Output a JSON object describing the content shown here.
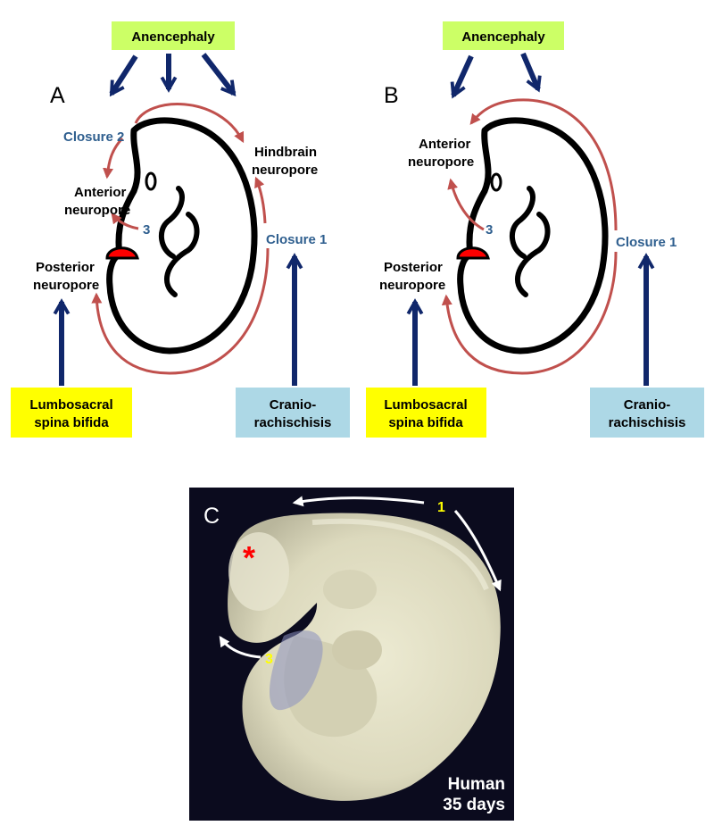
{
  "panel_a": {
    "letter": "A",
    "anencephaly": "Anencephaly",
    "closure2": "Closure 2",
    "hindbrain_line1": "Hindbrain",
    "hindbrain_line2": "neuropore",
    "anterior_line1": "Anterior",
    "anterior_line2": "neuropore",
    "three": "3",
    "closure1": "Closure 1",
    "posterior_line1": "Posterior",
    "posterior_line2": "neuropore",
    "lumbosacral_line1": "Lumbosacral",
    "lumbosacral_line2": "spina bifida",
    "cranio_line1": "Cranio-",
    "cranio_line2": "rachischisis"
  },
  "panel_b": {
    "letter": "B",
    "anencephaly": "Anencephaly",
    "anterior_line1": "Anterior",
    "anterior_line2": "neuropore",
    "three": "3",
    "closure1": "Closure 1",
    "posterior_line1": "Posterior",
    "posterior_line2": "neuropore",
    "lumbosacral_line1": "Lumbosacral",
    "lumbosacral_line2": "spina bifida",
    "cranio_line1": "Cranio-",
    "cranio_line2": "rachischisis"
  },
  "panel_c": {
    "letter": "C",
    "one": "1",
    "three": "3",
    "asterisk": "*",
    "caption_line1": "Human",
    "caption_line2": "35 days"
  },
  "colors": {
    "navy_arrow": "#10276b",
    "closure_arrow": "#c0504d",
    "green_box": "#ccff66",
    "yellow_box": "#ffff00",
    "blue_box": "#add8e6",
    "label_blue": "#2f5f8f",
    "neuropore_red": "#ff0000",
    "photo_bg": "#0b0b1e"
  }
}
